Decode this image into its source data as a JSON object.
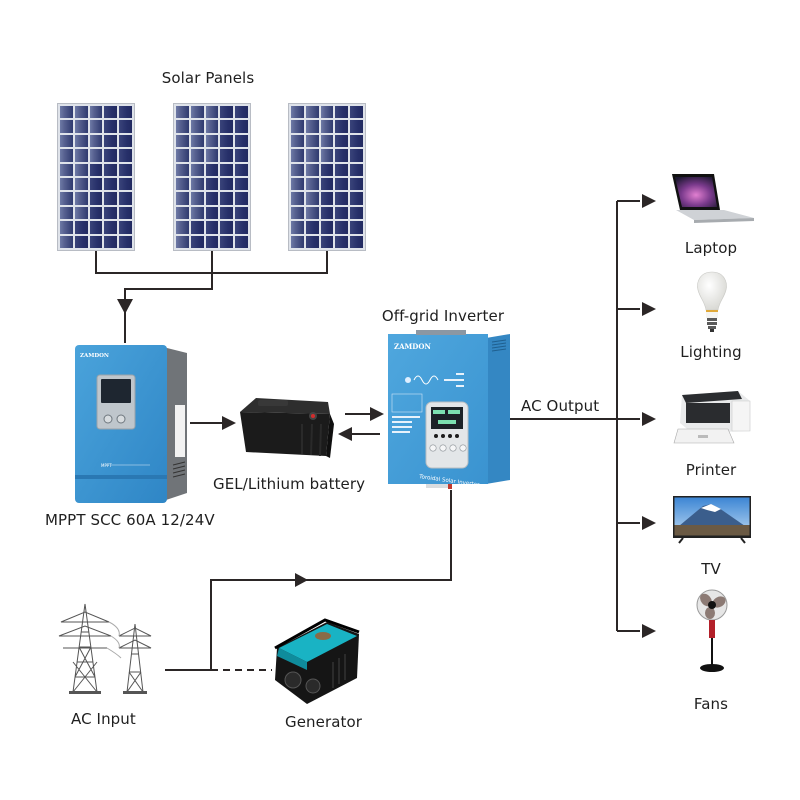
{
  "title": "Solar Panels",
  "brand": "ZAMDON",
  "components": {
    "solar_panels": {
      "label": "Solar Panels",
      "count": 3
    },
    "charge_controller": {
      "label": "MPPT SCC 60A 12/24V",
      "brand": "ZAMDON",
      "product_text": "MPPT"
    },
    "battery": {
      "label": "GEL/Lithium battery"
    },
    "inverter": {
      "label": "Off-grid Inverter",
      "brand": "ZAMDON",
      "product_text": "Toroidal Solar Inverter"
    },
    "ac_output": {
      "label": "AC Output"
    },
    "ac_input": {
      "label": "AC Input"
    },
    "generator": {
      "label": "Generator"
    }
  },
  "loads": [
    {
      "label": "Laptop",
      "icon": "laptop-icon"
    },
    {
      "label": "Lighting",
      "icon": "light-bulb-icon"
    },
    {
      "label": "Printer",
      "icon": "printer-icon"
    },
    {
      "label": "TV",
      "icon": "tv-icon"
    },
    {
      "label": "Fans",
      "icon": "fan-icon"
    }
  ],
  "colors": {
    "wire": "#2b2626",
    "device_blue": "#3f9bd6",
    "panel_cell": "#2f3a6f",
    "generator_teal": "#19b3c4"
  }
}
